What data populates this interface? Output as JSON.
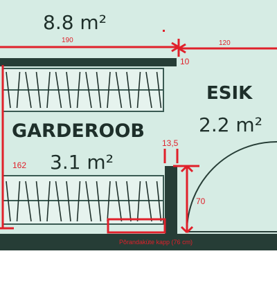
{
  "colors": {
    "floor": "#d6ece4",
    "wall": "#263d36",
    "dimension_red": "#e0202a",
    "rod": "#3a5a52",
    "hanger": "#1e2f2a"
  },
  "rooms": {
    "top_area": "8.8 m²",
    "esik_name": "ESIK",
    "esik_area": "2.2 m²",
    "garderoob_name": "GARDEROOB",
    "garderoob_area": "3.1 m²"
  },
  "dimensions": {
    "width_190": "190",
    "width_120": "120",
    "wall_10": "10",
    "height_162": "162",
    "depth_13_5": "13,5",
    "height_70": "70"
  },
  "annotation": {
    "floor_cabinet": "Põrandaküte kapp (76 cm)"
  }
}
